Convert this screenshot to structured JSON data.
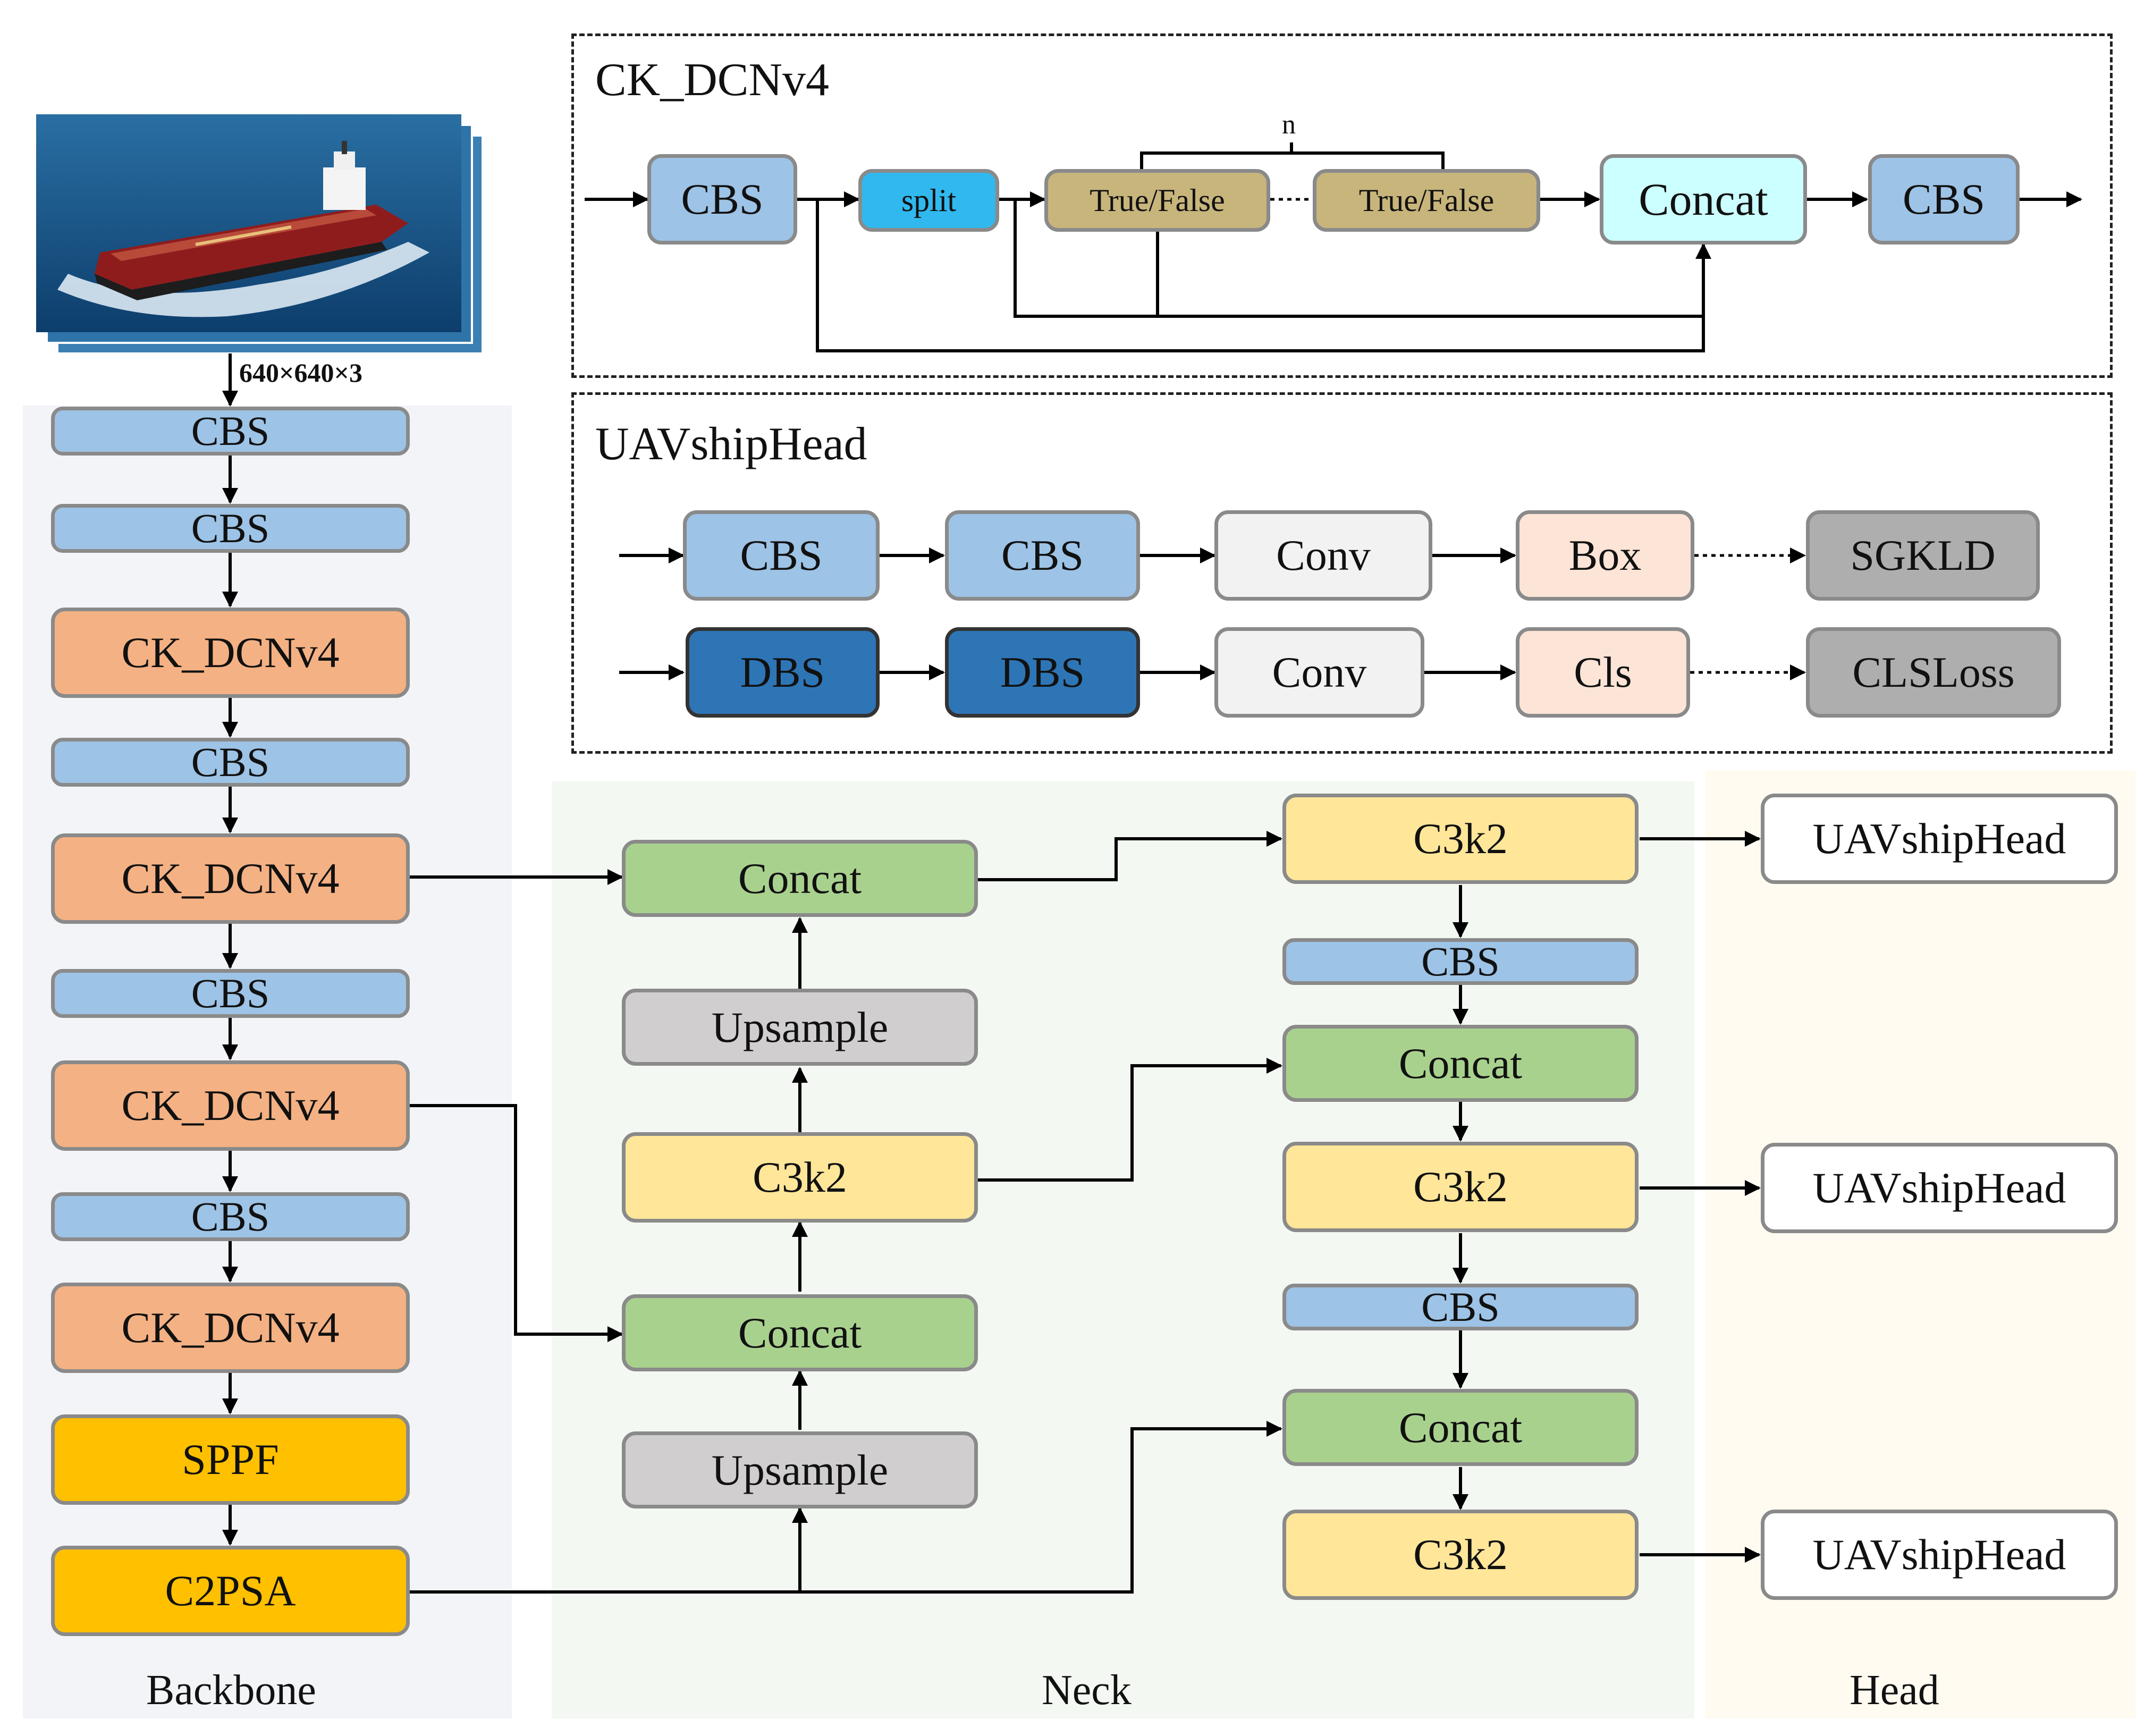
{
  "input": {
    "size_label": "640×640×3"
  },
  "sections": {
    "backbone": "Backbone",
    "neck": "Neck",
    "head": "Head"
  },
  "backbone": {
    "cbs1": "CBS",
    "cbs2": "CBS",
    "ck1": "CK_DCNv4",
    "cbs3": "CBS",
    "ck2": "CK_DCNv4",
    "cbs4": "CBS",
    "ck3": "CK_DCNv4",
    "cbs5": "CBS",
    "ck4": "CK_DCNv4",
    "sppf": "SPPF",
    "c2psa": "C2PSA"
  },
  "neck": {
    "concat1": "Concat",
    "upsample1": "Upsample",
    "c3k2_1": "C3k2",
    "concat2": "Concat",
    "upsample2": "Upsample",
    "c3k2_2": "C3k2",
    "cbs_a": "CBS",
    "concat3": "Concat",
    "c3k2_3": "C3k2",
    "cbs_b": "CBS",
    "concat4": "Concat",
    "c3k2_4": "C3k2"
  },
  "head": {
    "h1": "UAVshipHead",
    "h2": "UAVshipHead",
    "h3": "UAVshipHead"
  },
  "ck_module": {
    "title": "CK_DCNv4",
    "cbs_in": "CBS",
    "split": "split",
    "tf1": "True/False",
    "tf2": "True/False",
    "n_label": "n",
    "concat": "Concat",
    "cbs_out": "CBS"
  },
  "head_module": {
    "title": "UAVshipHead",
    "row1": {
      "b1": "CBS",
      "b2": "CBS",
      "b3": "Conv",
      "b4": "Box",
      "b5": "SGKLD"
    },
    "row2": {
      "b1": "DBS",
      "b2": "DBS",
      "b3": "Conv",
      "b4": "Cls",
      "b5": "CLSLoss"
    }
  }
}
